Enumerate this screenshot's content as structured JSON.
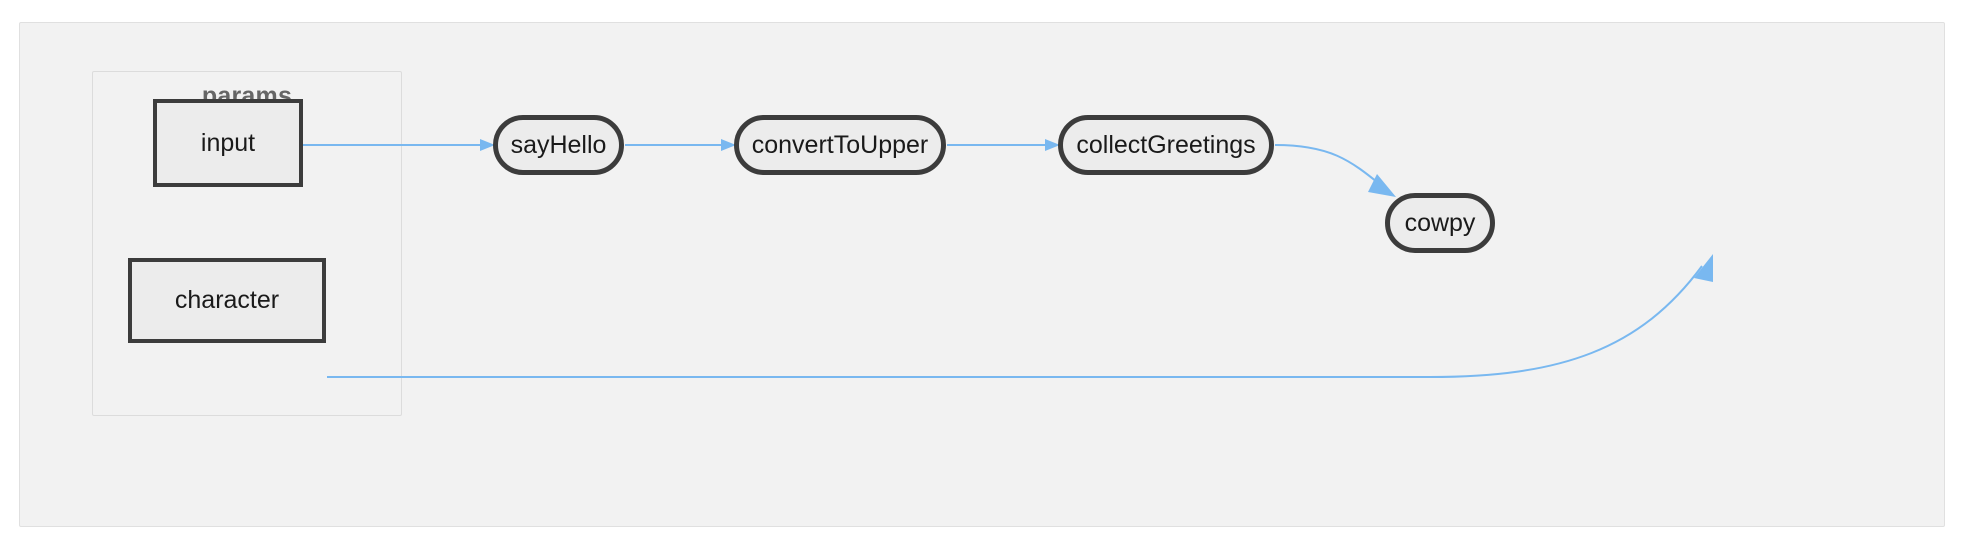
{
  "diagram": {
    "type": "flowchart",
    "direction": "left-to-right",
    "title": "",
    "colors": {
      "canvas": "#ffffff",
      "container_fill": "#f2f2f2",
      "container_border": "#e0e0e0",
      "subgraph_border": "#dcdcdc",
      "node_fill": "#ececec",
      "node_border": "#3c3c3c",
      "node_text": "#1a1a1a",
      "subgraph_label": "#666666",
      "edge": "#79b8f0"
    },
    "subgraphs": [
      {
        "id": "params",
        "label": "params",
        "nodes": [
          "input",
          "character"
        ]
      }
    ],
    "nodes": [
      {
        "id": "input",
        "label": "input",
        "shape": "rectangle",
        "group": "params"
      },
      {
        "id": "character",
        "label": "character",
        "shape": "rectangle",
        "group": "params"
      },
      {
        "id": "sayHello",
        "label": "sayHello",
        "shape": "stadium",
        "group": null
      },
      {
        "id": "convertToUpper",
        "label": "convertToUpper",
        "shape": "stadium",
        "group": null
      },
      {
        "id": "collectGreetings",
        "label": "collectGreetings",
        "shape": "stadium",
        "group": null
      },
      {
        "id": "cowpy",
        "label": "cowpy",
        "shape": "stadium",
        "group": null
      }
    ],
    "edges": [
      {
        "from": "input",
        "to": "sayHello",
        "label": "",
        "arrow": "end"
      },
      {
        "from": "sayHello",
        "to": "convertToUpper",
        "label": "",
        "arrow": "end"
      },
      {
        "from": "convertToUpper",
        "to": "collectGreetings",
        "label": "",
        "arrow": "end"
      },
      {
        "from": "collectGreetings",
        "to": "cowpy",
        "label": "",
        "arrow": "end"
      },
      {
        "from": "character",
        "to": "cowpy",
        "label": "",
        "arrow": "end"
      }
    ]
  }
}
